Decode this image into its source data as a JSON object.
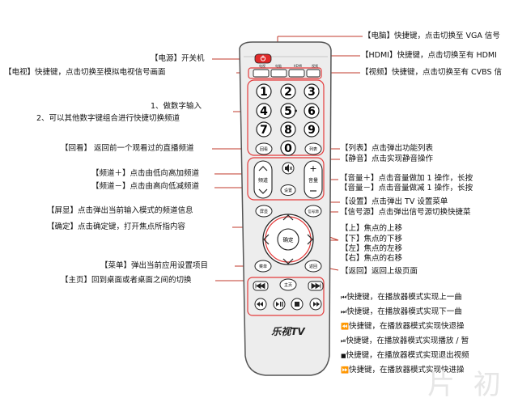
{
  "labels": {
    "power": "【电源】开关机",
    "tv": "【电视】快捷键，点击切换至模拟电视信号画面",
    "digits_1": "1、做数字输入",
    "digits_2": "2、可以其他数字键组合进行快捷切换频道",
    "back_view": "【回看】 返回前一个观看过的直播频道",
    "ch_up": "【频道＋】点击由低向高加频道",
    "ch_down": "【频道－】点击由高向低减频道",
    "display": "【屏显】点击弹出当前输入模式的频道信息",
    "ok": "【确定】点击确定键，打开焦点所指内容",
    "menu": "【菜单】弹出当前应用设置项目",
    "home": "【主页】回到桌面或者桌面之间的切换",
    "pc": "【电脑】快捷键，点击切换至 VGA 信号",
    "hdmi": "【HDMI】快捷键，点击切换至有 HDMI",
    "video": "【视频】快捷键，点击切换至有 CVBS 信",
    "list": "【列表】点击弹出功能列表",
    "mute": "【静音】点击实现静音操作",
    "vol_up": "【音量＋】点击音量做加 1 操作，长按",
    "vol_down": "【音量－】点击音量做减 1 操作，长按",
    "settings": "【设置】点击弹出 TV 设置菜单",
    "source": "【信号源】点击弹出信号源切换快捷菜",
    "up": "【上】焦点的上移",
    "down": "【下】焦点的下移",
    "left": "【左】焦点的左移",
    "right": "【右】焦点的右移",
    "return": "【返回】返回上级页面",
    "prev": "快捷键，在播放器模式实现上一曲",
    "next": "快捷键，在播放器模式实现下一曲",
    "rewind": "快捷键，在播放器模式实现快退操",
    "play_pause": "快捷键，在播放器模式实现播放 / 暂",
    "stop": "快捷键，在播放器模式实现退出视频",
    "forward": "快捷键，在播放器模式实现快进操"
  },
  "remote": {
    "top_labels": [
      "电视",
      "电脑",
      "HDMI",
      "视频"
    ],
    "digits": [
      "1",
      "2",
      "3",
      "4",
      "5",
      "6",
      "7",
      "8",
      "9",
      "0"
    ],
    "back_view_btn": "回看",
    "list_btn": "列表",
    "ch_btn": "频道",
    "vol_btn": "音量",
    "settings_btn": "设置",
    "display_btn": "屏显",
    "source_btn": "信号源",
    "ok_btn": "确定",
    "menu_btn": "菜单",
    "return_btn": "返回",
    "home_btn": "主页",
    "brand": "乐视TV"
  },
  "watermark": "片 初",
  "colors": {
    "accent": "#e43b3b",
    "power": "#e02a2a",
    "line": "#c0392b"
  }
}
